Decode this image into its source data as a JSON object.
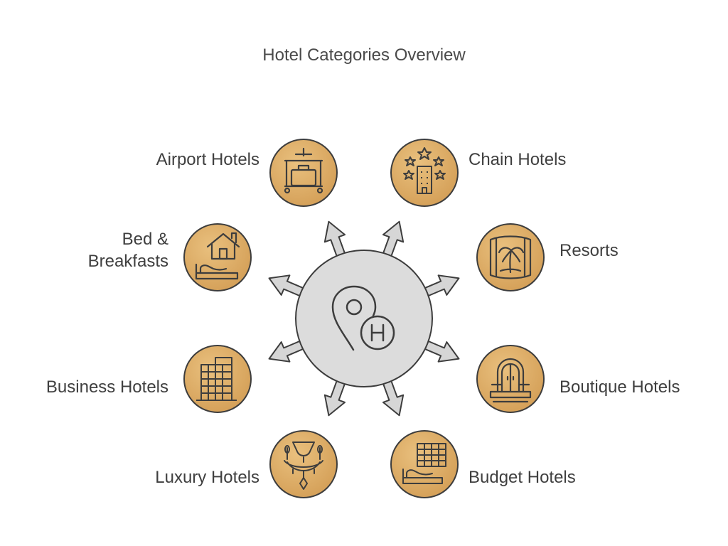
{
  "title": "Hotel Categories Overview",
  "hub": {
    "icon": "location-pin-hotel-icon",
    "badge": "H"
  },
  "categories": [
    {
      "label": "Airport Hotels",
      "icon": "luggage-cart-icon"
    },
    {
      "label": "Chain Hotels",
      "icon": "star-building-icon"
    },
    {
      "label_lines": [
        "Bed &",
        "Breakfasts"
      ],
      "icon": "house-bed-icon"
    },
    {
      "label": "Resorts",
      "icon": "palm-panorama-icon"
    },
    {
      "label": "Business Hotels",
      "icon": "office-building-icon"
    },
    {
      "label": "Boutique Hotels",
      "icon": "ornate-window-icon"
    },
    {
      "label": "Luxury Hotels",
      "icon": "chandelier-icon"
    },
    {
      "label": "Budget Hotels",
      "icon": "bed-calendar-icon"
    }
  ],
  "colors": {
    "node_fill": "#dcab66",
    "node_stroke": "#3d3d3d",
    "hub_fill": "#dcdcdc",
    "arrow_fill": "#d6d6d6",
    "line": "#3d3d3d"
  }
}
